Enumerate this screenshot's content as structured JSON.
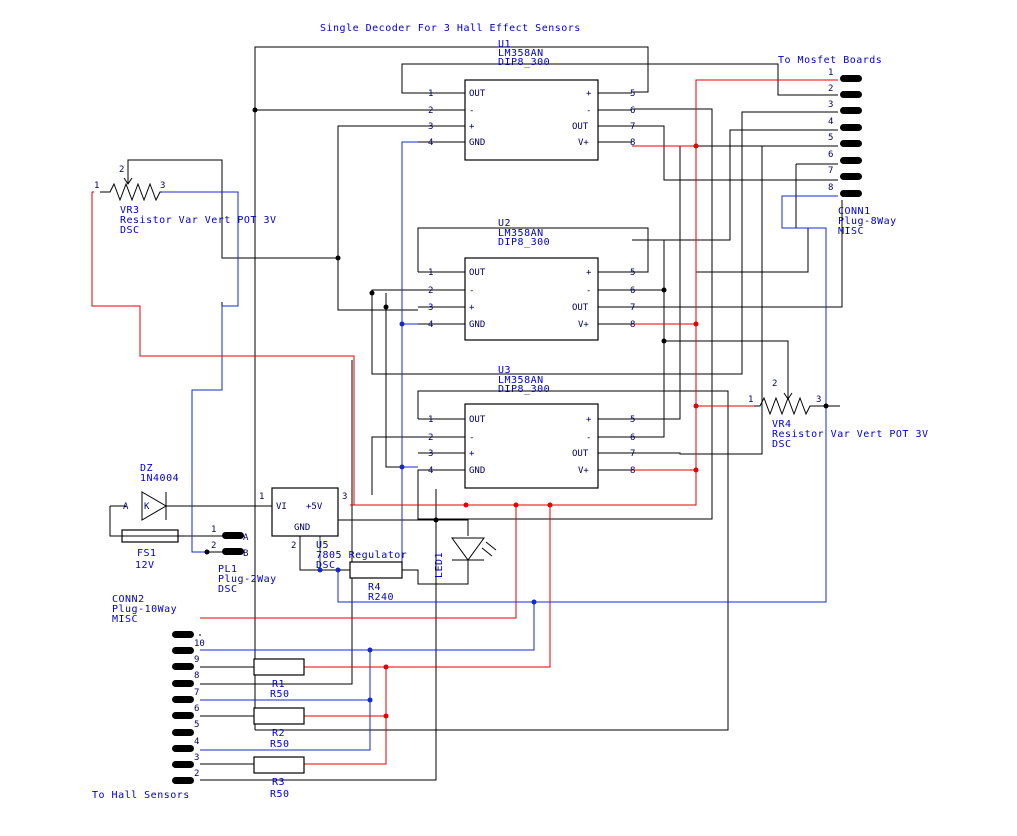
{
  "title": "Single Decoder For 3 Hall Effect Sensors",
  "u1": {
    "ref": "U1",
    "part": "LM358AN",
    "pkg": "DIP8_300"
  },
  "u2": {
    "ref": "U2",
    "part": "LM358AN",
    "pkg": "DIP8_300"
  },
  "u3": {
    "ref": "U3",
    "part": "LM358AN",
    "pkg": "DIP8_300"
  },
  "opamp_pins": {
    "out": "OUT",
    "minus": "-",
    "plus": "+",
    "gnd": "GND",
    "vplus": "V+"
  },
  "pin_numbers": [
    "1",
    "2",
    "3",
    "4",
    "5",
    "6",
    "7",
    "8"
  ],
  "conn1": {
    "ref": "CONN1",
    "part": "Plug-8Way",
    "lib": "MISC",
    "heading": "To Mosfet Boards",
    "pins": [
      "1",
      "2",
      "3",
      "4",
      "5",
      "6",
      "7",
      "8"
    ]
  },
  "conn2": {
    "ref": "CONN2",
    "part": "Plug-10Way",
    "lib": "MISC",
    "footer": "To Hall Sensors",
    "pins": [
      "10",
      "9",
      "8",
      "7",
      "6",
      "5",
      "4",
      "3",
      "2"
    ]
  },
  "vr3": {
    "ref": "VR3",
    "part": "Resistor Var Vert POT 3V",
    "lib": "DSC",
    "pins": [
      "1",
      "2",
      "3"
    ]
  },
  "vr4": {
    "ref": "VR4",
    "part": "Resistor Var Vert POT 3V",
    "lib": "DSC",
    "pins": [
      "1",
      "2",
      "3"
    ]
  },
  "dz": {
    "ref": "DZ",
    "part": "1N4004",
    "a": "A",
    "k": "K"
  },
  "fs1": {
    "ref": "FS1",
    "value": "12V"
  },
  "pl1": {
    "ref": "PL1",
    "part": "Plug-2Way",
    "lib": "DSC",
    "pin_a": "A",
    "pin_b": "B",
    "n1": "1",
    "n2": "2"
  },
  "u5": {
    "ref": "U5",
    "part": "7805 Regulator",
    "lib": "DSC",
    "vi": "VI",
    "out": "+5V",
    "gnd": "GND",
    "p1": "1",
    "p2": "2",
    "p3": "3"
  },
  "r4": {
    "ref": "R4",
    "value": "R240"
  },
  "led": {
    "ref": "LED1"
  },
  "r1": {
    "ref": "R1",
    "value": "R50"
  },
  "r2": {
    "ref": "R2",
    "value": "R50"
  },
  "r3": {
    "ref": "R3",
    "value": "R50"
  }
}
